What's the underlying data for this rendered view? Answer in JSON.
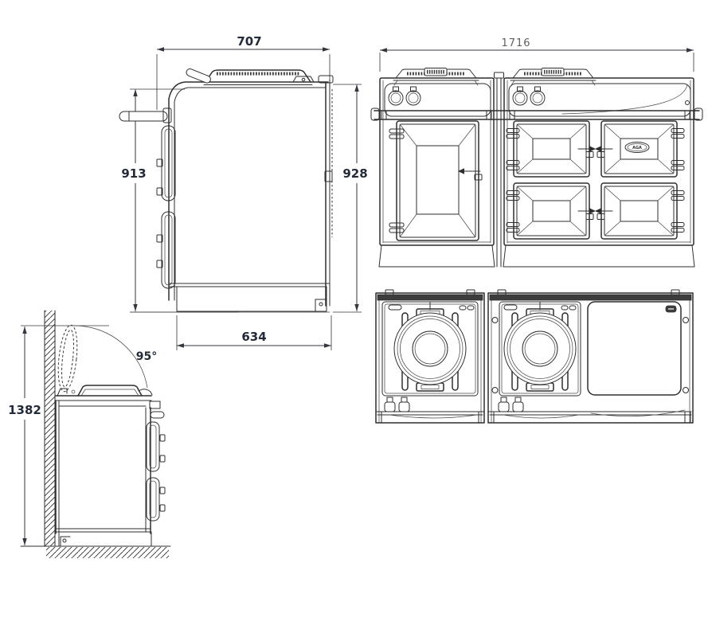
{
  "drawing": {
    "colors": {
      "line": "#2e2e2e",
      "dim_text": "#232a38",
      "dim_text_light": "#5f5f5f",
      "hatch_bar_fill": "#3d3d3d"
    },
    "side_view": {
      "dims": {
        "top_width": "707",
        "front_height": "913",
        "rear_height": "928",
        "base_depth": "634"
      }
    },
    "wall_view": {
      "dims": {
        "overall_height_lid_open": "1382",
        "lid_open_angle": "95°"
      }
    },
    "front_view": {
      "dims": {
        "overall_width": "1716"
      },
      "badge_text": "AGA"
    }
  }
}
